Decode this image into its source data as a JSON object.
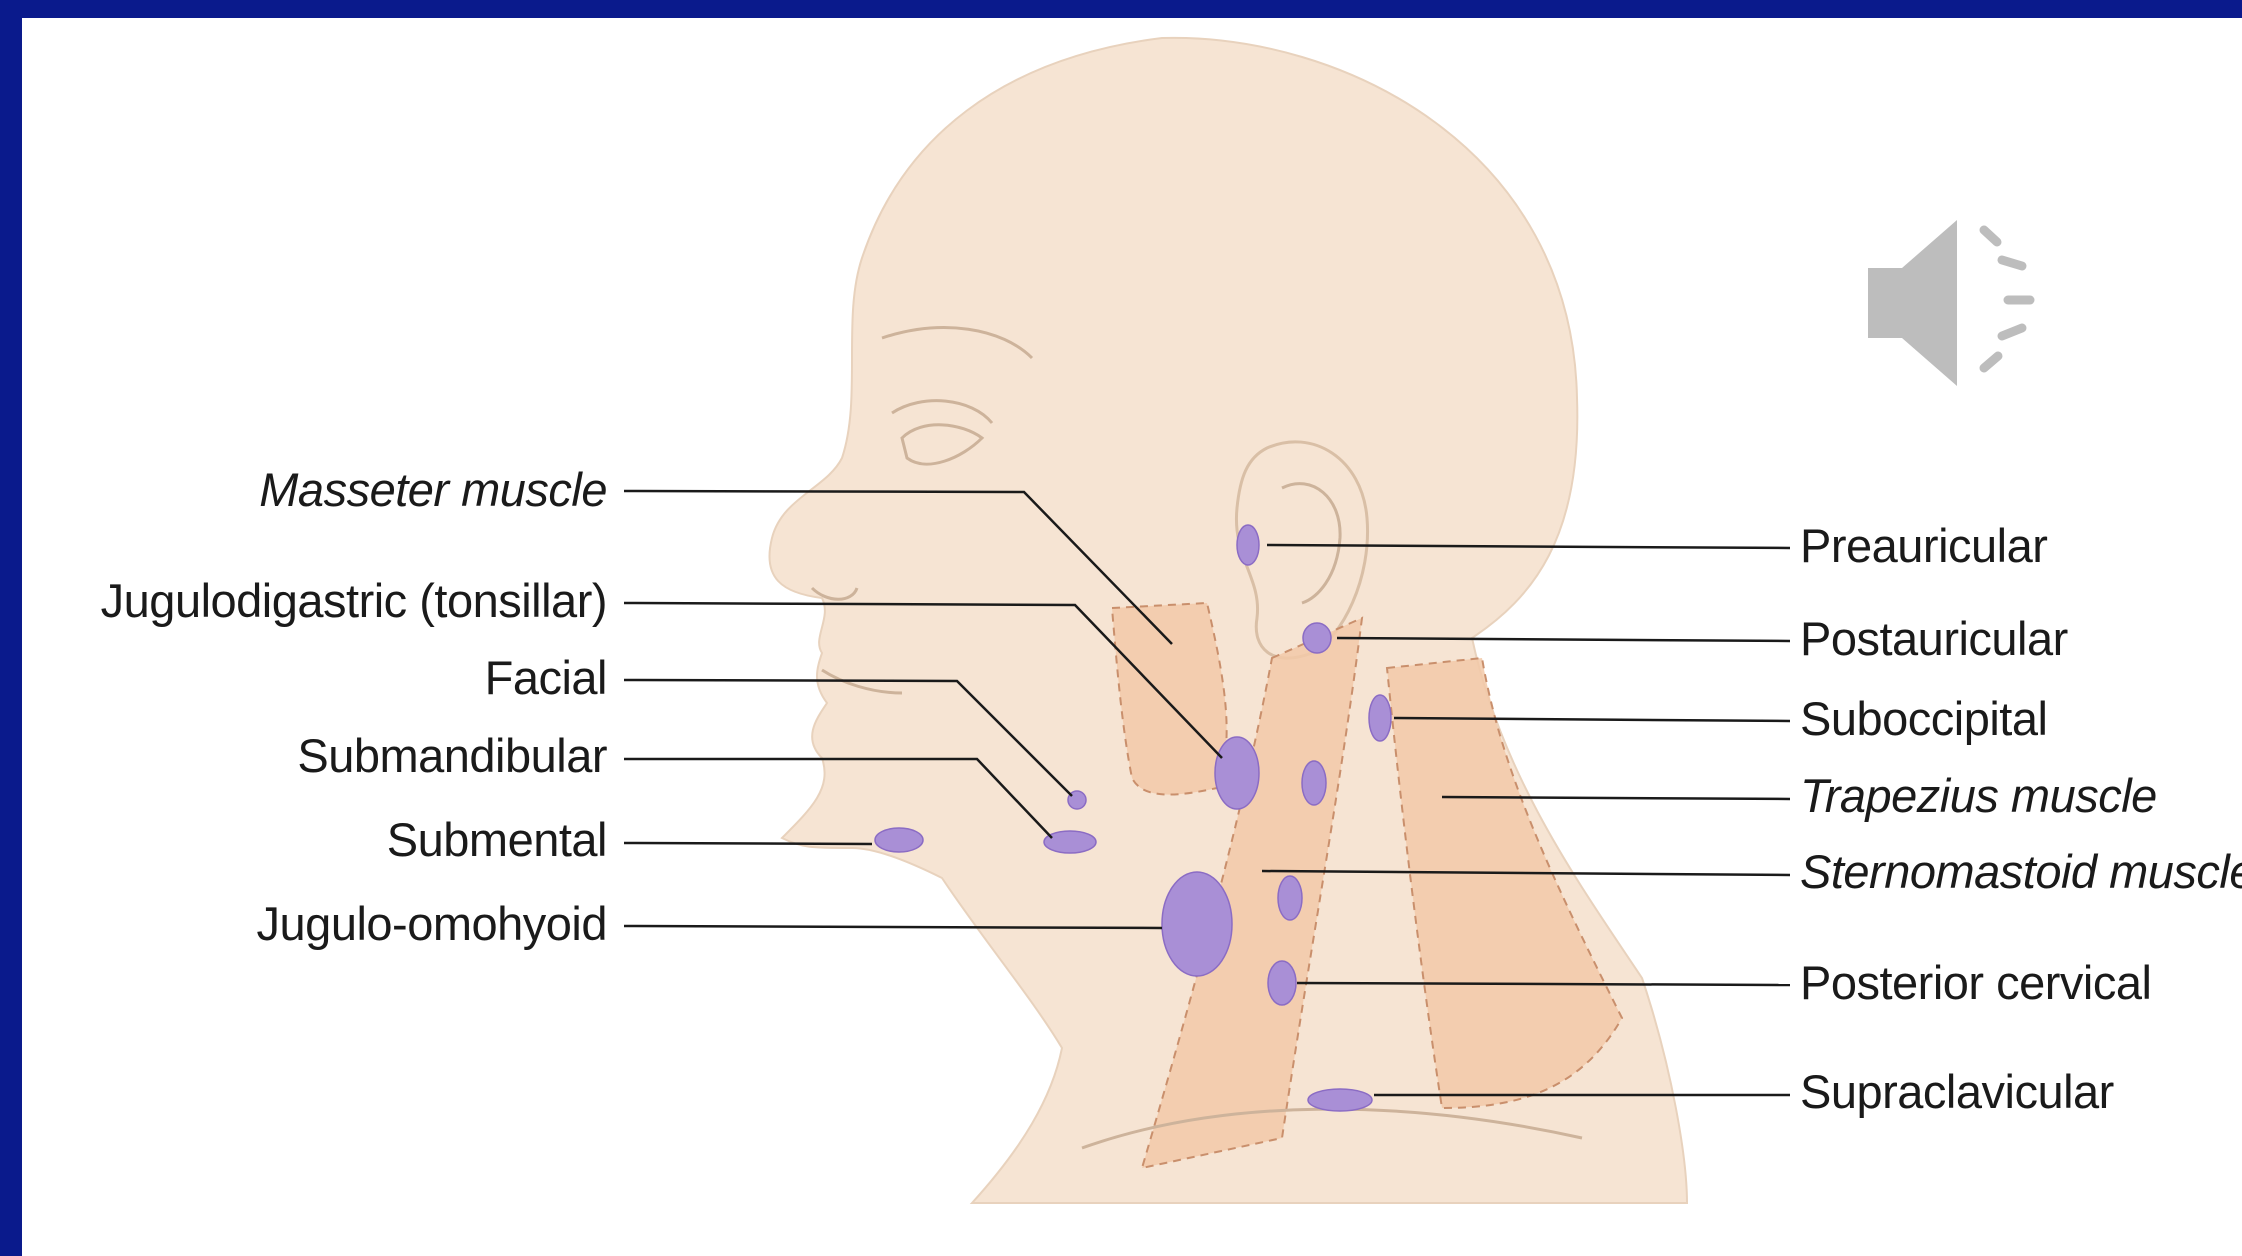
{
  "colors": {
    "frame": "#0a1a8c",
    "slide_background": "#ffffff",
    "skin": "#f6e4d3",
    "muscle": "#f2c9a8",
    "muscle_outline": "#c98f6c",
    "lymph_node": "#a98fd6",
    "lymph_node_edge": "#8b6cc4",
    "leader_line": "#1a1a1a",
    "speaker_icon": "#bdbdbd"
  },
  "icons": {
    "audio": "speaker-volume-icon"
  },
  "labels": {
    "left": [
      {
        "id": "masseter",
        "text": "Masseter muscle",
        "italic": true
      },
      {
        "id": "jugulodigastric",
        "text": "Jugulodigastric (tonsillar)",
        "italic": false
      },
      {
        "id": "facial",
        "text": "Facial",
        "italic": false
      },
      {
        "id": "submandibular",
        "text": "Submandibular",
        "italic": false
      },
      {
        "id": "submental",
        "text": "Submental",
        "italic": false
      },
      {
        "id": "jugulo-omohyoid",
        "text": "Jugulo-omohyoid",
        "italic": false
      }
    ],
    "right": [
      {
        "id": "preauricular",
        "text": "Preauricular",
        "italic": false
      },
      {
        "id": "postauricular",
        "text": "Postauricular",
        "italic": false
      },
      {
        "id": "suboccipital",
        "text": "Suboccipital",
        "italic": false
      },
      {
        "id": "trapezius",
        "text": "Trapezius muscle",
        "italic": true
      },
      {
        "id": "sternomastoid",
        "text": "Sternomastoid muscle",
        "italic": true
      },
      {
        "id": "posterior-cervical",
        "text": "Posterior cervical",
        "italic": false
      },
      {
        "id": "supraclavicular",
        "text": "Supraclavicular",
        "italic": false
      }
    ]
  }
}
